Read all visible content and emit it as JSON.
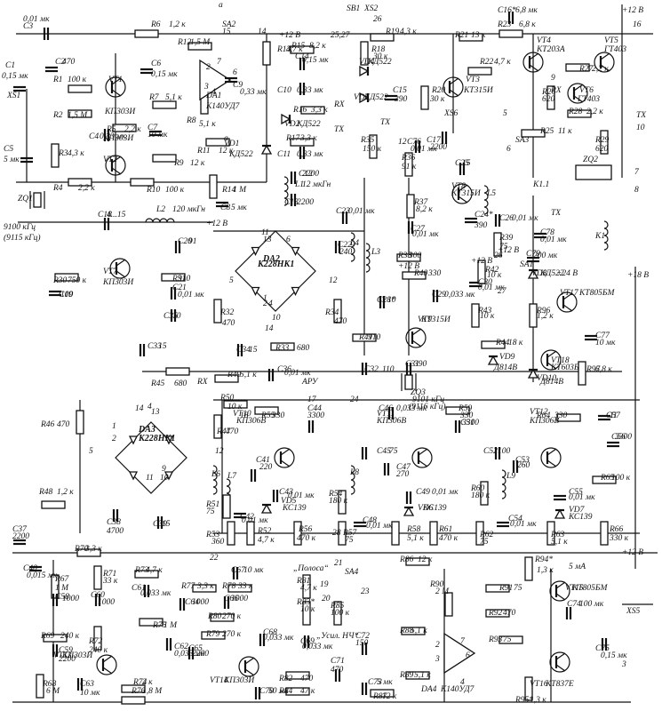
{
  "power": {
    "plus12": "+12 В",
    "plus24": "+24 В",
    "plus18": "+18 В"
  },
  "connectors": {
    "xs1": "XS1",
    "xs2": "XS2",
    "xs5": "XS5",
    "xs6": "XS6"
  },
  "switches": {
    "sa1": "SA1",
    "sa2": "SA2",
    "sa3": "SA3",
    "sa4": "SA4",
    "sb1": "SB1"
  },
  "signals": {
    "rx": "RX",
    "tx": "TX",
    "a": "a",
    "ary": "АРУ",
    "polosa": "„Полоса“",
    "usil_nch": "„Усил. НЧ“"
  },
  "pins": [
    "1",
    "2",
    "3",
    "4",
    "5",
    "6",
    "7",
    "8",
    "9",
    "10",
    "11",
    "12",
    "13",
    "14",
    "15",
    "16",
    "17",
    "18",
    "19",
    "20",
    "21",
    "22",
    "23",
    "24",
    "25",
    "26",
    "25,27",
    "27",
    "28"
  ],
  "transistors": [
    {
      "ref": "VT1",
      "type": "КП303И"
    },
    {
      "ref": "VT2",
      "type": "КП303И"
    },
    {
      "ref": "VT3",
      "type": "КТ315И"
    },
    {
      "ref": "VT4",
      "type": "КТ203А"
    },
    {
      "ref": "VT5",
      "type": "ГТ403"
    },
    {
      "ref": "VT6",
      "type": "ГТ403"
    },
    {
      "ref": "VT7",
      "type": "КП303И"
    },
    {
      "ref": "VT8",
      "type": "КТ315И"
    },
    {
      "ref": "VT9",
      "type": "КТ315И"
    },
    {
      "ref": "VT10",
      "type": "КП306В"
    },
    {
      "ref": "VT11",
      "type": "КП306В"
    },
    {
      "ref": "VT12",
      "type": "КП306В"
    },
    {
      "ref": "VT13",
      "type": "КП303И"
    },
    {
      "ref": "VT14",
      "type": "КП303И"
    },
    {
      "ref": "VT15",
      "type": "КТ805БМ"
    },
    {
      "ref": "VT16",
      "type": "КТ837Е"
    },
    {
      "ref": "VT17",
      "type": "КТ805БМ"
    },
    {
      "ref": "VT18",
      "type": "КТ603Б"
    }
  ],
  "ics": [
    {
      "ref": "DA1",
      "type": "К140УД7"
    },
    {
      "ref": "DA2",
      "type": "К228НК1"
    },
    {
      "ref": "DA3",
      "type": "К228НК1"
    },
    {
      "ref": "DA4",
      "type": "К140УД7"
    }
  ],
  "diodes": [
    {
      "ref": "VD1",
      "type": "КД522"
    },
    {
      "ref": "VD2",
      "type": "КД522"
    },
    {
      "ref": "VD3",
      "type": "КД522"
    },
    {
      "ref": "VD4",
      "type": "КД522"
    },
    {
      "ref": "VD5",
      "type": "КС139"
    },
    {
      "ref": "VD6",
      "type": "КС139"
    },
    {
      "ref": "VD7",
      "type": "КС139"
    },
    {
      "ref": "VD8",
      "type": "КД522"
    },
    {
      "ref": "VD9",
      "type": "Д814В"
    },
    {
      "ref": "VD10",
      "type": "Д814В"
    }
  ],
  "quartz": [
    {
      "ref": "ZQ1",
      "freq": "9100 кГц",
      "alt": "(9115 кГц)"
    },
    {
      "ref": "ZQ2",
      "freq": "",
      "alt": ""
    },
    {
      "ref": "ZQ3",
      "freq": "9101 кГц",
      "alt": "(9116 кГц)"
    }
  ],
  "relay": {
    "k1": "K1",
    "k11": "K1.1"
  },
  "resistors": [
    {
      "ref": "R1",
      "val": "100 к"
    },
    {
      "ref": "R2",
      "val": "1,5 М"
    },
    {
      "ref": "R3",
      "val": "4,3 к"
    },
    {
      "ref": "R4",
      "val": "2,2 к"
    },
    {
      "ref": "R5",
      "val": "2,2 к"
    },
    {
      "ref": "R6",
      "val": "1,2 к"
    },
    {
      "ref": "R7",
      "val": "5,1 к"
    },
    {
      "ref": "R8",
      "val": "5,1 к"
    },
    {
      "ref": "R9",
      "val": "12 к"
    },
    {
      "ref": "R10",
      "val": "100 к"
    },
    {
      "ref": "R11",
      "val": "12 к"
    },
    {
      "ref": "R12",
      "val": "1,5 М"
    },
    {
      "ref": "R13",
      "val": "4,7 к"
    },
    {
      "ref": "R14",
      "val": "1 М"
    },
    {
      "ref": "R15",
      "val": "8,2 к"
    },
    {
      "ref": "R16",
      "val": "3,3 к"
    },
    {
      "ref": "R17",
      "val": "3,3 к"
    },
    {
      "ref": "R18",
      "val": "30 к"
    },
    {
      "ref": "R19",
      "val": "4,3 к"
    },
    {
      "ref": "R20",
      "val": "30 к"
    },
    {
      "ref": "R21",
      "val": "13 к"
    },
    {
      "ref": "R22",
      "val": "4,7 к"
    },
    {
      "ref": "R23",
      "val": "6,8 к"
    },
    {
      "ref": "R25",
      "val": "11 к"
    },
    {
      "ref": "R26",
      "val": "620"
    },
    {
      "ref": "R27",
      "val": "2,2 к"
    },
    {
      "ref": "R28",
      "val": "2,2 к"
    },
    {
      "ref": "R29",
      "val": "620"
    },
    {
      "ref": "R30",
      "val": "750 к"
    },
    {
      "ref": "R31",
      "val": "910"
    },
    {
      "ref": "R32",
      "val": "470"
    },
    {
      "ref": "R33",
      "val": "680"
    },
    {
      "ref": "R34",
      "val": "470"
    },
    {
      "ref": "R35",
      "val": "150 к"
    },
    {
      "ref": "R36",
      "val": "91 к"
    },
    {
      "ref": "R37",
      "val": "8,2 к"
    },
    {
      "ref": "R38",
      "val": "300"
    },
    {
      "ref": "R39",
      "val": "75"
    },
    {
      "ref": "R40",
      "val": "330"
    },
    {
      "ref": "R41",
      "val": "910"
    },
    {
      "ref": "R42",
      "val": "10 к"
    },
    {
      "ref": "R43",
      "val": "10 к"
    },
    {
      "ref": "R44",
      "val": "18 к"
    },
    {
      "ref": "R45",
      "val": "680"
    },
    {
      "ref": "R46",
      "val": "470"
    },
    {
      "ref": "R47",
      "val": "470"
    },
    {
      "ref": "R48",
      "val": "1,2 к"
    },
    {
      "ref": "R49",
      "val": "5,1 к"
    },
    {
      "ref": "R50",
      "val": "10 к"
    },
    {
      "ref": "R51",
      "val": "75"
    },
    {
      "ref": "R52",
      "val": "4,7 к"
    },
    {
      "ref": "R53",
      "val": "360"
    },
    {
      "ref": "R54",
      "val": "180 к"
    },
    {
      "ref": "R55",
      "val": "330"
    },
    {
      "ref": "R56",
      "val": "470 к"
    },
    {
      "ref": "R57",
      "val": "75"
    },
    {
      "ref": "R58",
      "val": "5,1 к"
    },
    {
      "ref": "R59",
      "val": "330"
    },
    {
      "ref": "R60",
      "val": "180 к"
    },
    {
      "ref": "R61",
      "val": "470 к"
    },
    {
      "ref": "R62",
      "val": "75"
    },
    {
      "ref": "R63",
      "val": "5,1 к"
    },
    {
      "ref": "R64",
      "val": "330"
    },
    {
      "ref": "R65",
      "val": "100 к"
    },
    {
      "ref": "R66",
      "val": "330 к"
    },
    {
      "ref": "R67",
      "val": "1 М"
    },
    {
      "ref": "R68",
      "val": "6 М"
    },
    {
      "ref": "R69",
      "val": "240 к"
    },
    {
      "ref": "R70",
      "val": "3,3 к"
    },
    {
      "ref": "R71",
      "val": "33 к"
    },
    {
      "ref": "R72",
      "val": "240 к"
    },
    {
      "ref": "R73",
      "val": "4,7 к"
    },
    {
      "ref": "R74",
      "val": "2 к"
    },
    {
      "ref": "R75",
      "val": "1 М"
    },
    {
      "ref": "R76",
      "val": "1,8 М"
    },
    {
      "ref": "R77",
      "val": "3,3 к"
    },
    {
      "ref": "R78",
      "val": "33 к"
    },
    {
      "ref": "R79",
      "val": "270 к"
    },
    {
      "ref": "R80",
      "val": "270 к"
    },
    {
      "ref": "R81",
      "val": "4,7 к"
    },
    {
      "ref": "R82",
      "val": "470"
    },
    {
      "ref": "R83*",
      "val": "10 к"
    },
    {
      "ref": "R84",
      "val": "47 к"
    },
    {
      "ref": "R85",
      "val": "100 к"
    },
    {
      "ref": "R86",
      "val": "12 к"
    },
    {
      "ref": "R87",
      "val": "12 к"
    },
    {
      "ref": "R88",
      "val": "5,1 к"
    },
    {
      "ref": "R89",
      "val": "5,1 к"
    },
    {
      "ref": "R90",
      "val": "2 М"
    },
    {
      "ref": "R91",
      "val": "75"
    },
    {
      "ref": "R92",
      "val": "470"
    },
    {
      "ref": "R93",
      "val": "75"
    },
    {
      "ref": "R94*",
      "val": "1,3 к"
    },
    {
      "ref": "R95*",
      "val": "1,3 к"
    },
    {
      "ref": "R96",
      "val": "1,2 к"
    },
    {
      "ref": "R97",
      "val": "6,8 к"
    }
  ],
  "capacitors": [
    {
      "ref": "C1",
      "val": "0,15 мк"
    },
    {
      "ref": "C2",
      "val": "470"
    },
    {
      "ref": "C3",
      "val": "0,01 мк"
    },
    {
      "ref": "C4",
      "val": "0,33 мк"
    },
    {
      "ref": "C5",
      "val": "5 мк"
    },
    {
      "ref": "C6",
      "val": "0,15 мк"
    },
    {
      "ref": "C7",
      "val": "10 мк"
    },
    {
      "ref": "C8",
      "val": "5 мк"
    },
    {
      "ref": "C9",
      "val": "0,33 мк"
    },
    {
      "ref": "C10",
      "val": "0,33 мк"
    },
    {
      "ref": "C11",
      "val": "0,33 мк"
    },
    {
      "ref": "C12",
      "val": "2200"
    },
    {
      "ref": "C13",
      "val": "2200"
    },
    {
      "ref": "C14",
      "val": "0,15 мк"
    },
    {
      "ref": "C15",
      "val": "390"
    },
    {
      "ref": "C16*",
      "val": "6,8 мк"
    },
    {
      "ref": "C17",
      "val": "2200"
    },
    {
      "ref": "C18",
      "val": "4...15"
    },
    {
      "ref": "C19",
      "val": "100"
    },
    {
      "ref": "C20",
      "val": "91"
    },
    {
      "ref": "C21",
      "val": "0,01 мк"
    },
    {
      "ref": "C22",
      "val": "240"
    },
    {
      "ref": "C23",
      "val": "0,01 мк"
    },
    {
      "ref": "C24*",
      "val": "390"
    },
    {
      "ref": "C25",
      "val": "15"
    },
    {
      "ref": "C26",
      "val": "0,01 мк"
    },
    {
      "ref": "C27",
      "val": "0,01 мк"
    },
    {
      "ref": "C28*",
      "val": "10"
    },
    {
      "ref": "C29",
      "val": "0,033 мк"
    },
    {
      "ref": "C30",
      "val": "0,01 мк"
    },
    {
      "ref": "C31",
      "val": "390"
    },
    {
      "ref": "C32",
      "val": "110"
    },
    {
      "ref": "C33",
      "val": "15"
    },
    {
      "ref": "C34",
      "val": "15"
    },
    {
      "ref": "C35",
      "val": "10"
    },
    {
      "ref": "C36",
      "val": "0,01 мк"
    },
    {
      "ref": "C37",
      "val": "2200"
    },
    {
      "ref": "C38",
      "val": "4700"
    },
    {
      "ref": "C39",
      "val": "15"
    },
    {
      "ref": "C40",
      "val": "0,015 мк"
    },
    {
      "ref": "C41",
      "val": "220"
    },
    {
      "ref": "C42",
      "val": "0,01 мк"
    },
    {
      "ref": "C43",
      "val": "0,01 мк"
    },
    {
      "ref": "C44",
      "val": "3300"
    },
    {
      "ref": "C45",
      "val": "75"
    },
    {
      "ref": "C46",
      "val": "0,033 мк"
    },
    {
      "ref": "C47",
      "val": "270"
    },
    {
      "ref": "C48",
      "val": "0,01 мк"
    },
    {
      "ref": "C49",
      "val": "0,01 мк"
    },
    {
      "ref": "C50",
      "val": "0,01 мк"
    },
    {
      "ref": "C51",
      "val": "3300"
    },
    {
      "ref": "C52",
      "val": "100"
    },
    {
      "ref": "C53",
      "val": "260"
    },
    {
      "ref": "C54",
      "val": "0,01 мк"
    },
    {
      "ref": "C55",
      "val": "0,01 мк"
    },
    {
      "ref": "C56",
      "val": "3300"
    },
    {
      "ref": "C57",
      "val": "11"
    },
    {
      "ref": "C58",
      "val": "1000"
    },
    {
      "ref": "C59",
      "val": "2200"
    },
    {
      "ref": "C60",
      "val": "1000"
    },
    {
      "ref": "C61",
      "val": "0,033 мк"
    },
    {
      "ref": "C62",
      "val": "0,033 мк"
    },
    {
      "ref": "C63",
      "val": "10 мк"
    },
    {
      "ref": "C64",
      "val": "1000"
    },
    {
      "ref": "C65",
      "val": "2200"
    },
    {
      "ref": "C66",
      "val": "1000"
    },
    {
      "ref": "C67",
      "val": "10 мк"
    },
    {
      "ref": "C68",
      "val": "0,033 мк"
    },
    {
      "ref": "C69",
      "val": "0,033 мк"
    },
    {
      "ref": "C70",
      "val": "50 мк"
    },
    {
      "ref": "C71",
      "val": "470"
    },
    {
      "ref": "C72",
      "val": "150"
    },
    {
      "ref": "C73",
      "val": "5 мк"
    },
    {
      "ref": "C74",
      "val": "100 мк"
    },
    {
      "ref": "C75",
      "val": "0,15 мк"
    },
    {
      "ref": "C76",
      "val": "0,01 мк"
    },
    {
      "ref": "C77",
      "val": "10 мк"
    },
    {
      "ref": "C78",
      "val": "0,01 мк"
    },
    {
      "ref": "C79",
      "val": "200 мк"
    }
  ],
  "inductors": [
    {
      "ref": "L1",
      "val": "12 мкГн"
    },
    {
      "ref": "L2",
      "val": "120 мкГн"
    },
    {
      "ref": "L3",
      "val": ""
    },
    {
      "ref": "L4",
      "val": ""
    },
    {
      "ref": "L5",
      "val": ""
    },
    {
      "ref": "L6",
      "val": ""
    },
    {
      "ref": "L7",
      "val": ""
    },
    {
      "ref": "L8",
      "val": ""
    },
    {
      "ref": "L9",
      "val": ""
    }
  ],
  "notes": {
    "current": "5 мА"
  }
}
